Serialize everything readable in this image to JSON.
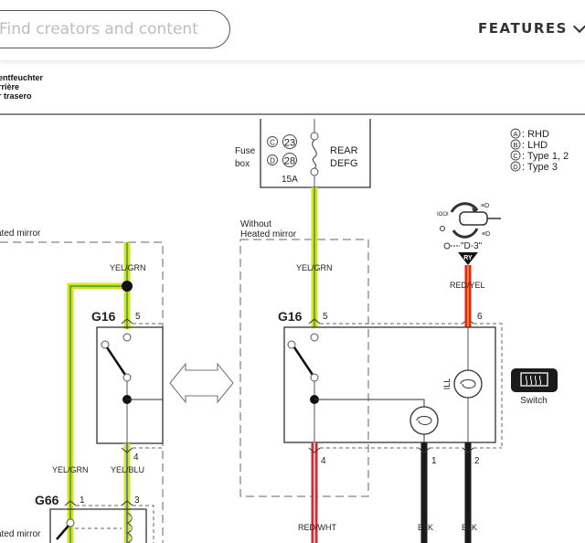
{
  "header": {
    "search_placeholder": "Find creators and content",
    "features_label": "FEATURES"
  },
  "document": {
    "title_lines": [
      "entfeuchter",
      "rrière",
      "r trasero"
    ]
  },
  "diagram": {
    "fuse_box": {
      "label_line1": "Fuse",
      "label_line2": "box",
      "variant_c_num": "23",
      "variant_d_num": "28",
      "variant_c": "C",
      "variant_d": "D",
      "rating": "15A",
      "circuit_line1": "REAR",
      "circuit_line2": "DEFG"
    },
    "legend": [
      {
        "key": "A",
        "text": ": RHD"
      },
      {
        "key": "B",
        "text": ": LHD"
      },
      {
        "key": "C",
        "text": ": Type 1, 2"
      },
      {
        "key": "D",
        "text": ": Type 3"
      }
    ],
    "left_panel": {
      "heated_mirror_label": "ated mirror",
      "wire_top": "YEL/GRN",
      "connector_g16": "G16",
      "pin5": "5",
      "pin4": "4",
      "wire_left": "YEL/GRN",
      "wire_right": "YEL/BLU",
      "connector_g66": "G66",
      "pin1": "1",
      "pin3": "3",
      "heated_mirror_label2": "ated mirror"
    },
    "right_panel": {
      "without_line1": "Without",
      "without_line2": "Heated mirror",
      "wire_top": "YEL/GRN",
      "connector_g16": "G16",
      "pin5": "5",
      "pin6": "6",
      "pin4": "4",
      "pin1": "1",
      "pin2": "2",
      "ill_label": "ILL",
      "ignition_ref": "\"D-3\"",
      "ry_label": "RY",
      "wire_red_yel": "RED/YEL",
      "wire_red_wht": "RED/WHT",
      "wire_blk1": "BLK",
      "wire_blk2": "BLK",
      "switch_label": "Switch"
    },
    "colors": {
      "yel": "#d9e021",
      "grn": "#3a9d3a",
      "red": "#e8202a",
      "orange": "#f29200",
      "blk": "#1a1a1a",
      "blu": "#2a6bd1"
    }
  }
}
